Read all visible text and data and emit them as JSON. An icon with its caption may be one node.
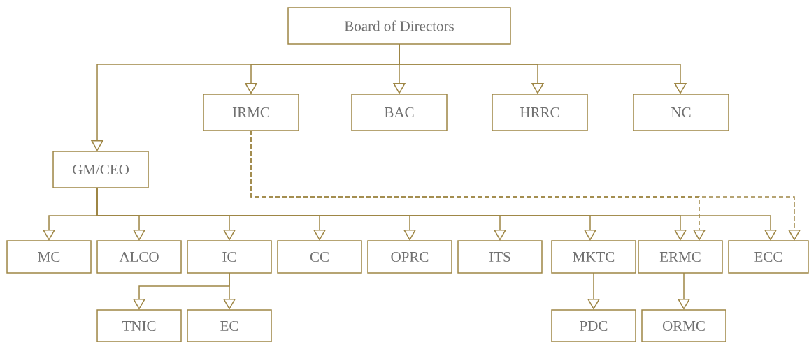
{
  "diagram": {
    "nodes": [
      {
        "text": [
          "Board of Directors"
        ]
      },
      {
        "text": [
          "IRMC"
        ]
      },
      {
        "text": [
          "BAC"
        ]
      },
      {
        "text": [
          "HRRC"
        ]
      },
      {
        "text": [
          "NC"
        ]
      },
      {
        "text": [
          "GM/CEO"
        ]
      },
      {
        "text": [
          "MC"
        ]
      },
      {
        "text": [
          "ALCO"
        ]
      },
      {
        "text": [
          "IC"
        ]
      },
      {
        "text": [
          "CC"
        ]
      },
      {
        "text": [
          "OPRC"
        ]
      },
      {
        "text": [
          "ITS"
        ]
      },
      {
        "text": [
          "MKTC"
        ]
      },
      {
        "text": [
          "ERMC"
        ]
      },
      {
        "text": [
          "ECC"
        ]
      },
      {
        "text": [
          "TNIC"
        ]
      },
      {
        "text": [
          "EC"
        ]
      },
      {
        "text": [
          "PDC"
        ]
      },
      {
        "text": [
          "ORMC"
        ]
      }
    ],
    "edges": [
      {
        "from": 0,
        "to": 5,
        "arrow": "to"
      },
      {
        "from": 0,
        "to": 1,
        "arrow": "to"
      },
      {
        "from": 0,
        "to": 2,
        "arrow": "to"
      },
      {
        "from": 0,
        "to": 3,
        "arrow": "to"
      },
      {
        "from": 0,
        "to": 4,
        "arrow": "to"
      },
      {
        "from": 5,
        "to": 6,
        "arrow": "to"
      },
      {
        "from": 5,
        "to": 7,
        "arrow": "to"
      },
      {
        "from": 5,
        "to": 8,
        "arrow": "to"
      },
      {
        "from": 5,
        "to": 9,
        "arrow": "to"
      },
      {
        "from": 5,
        "to": 10,
        "arrow": "to"
      },
      {
        "from": 5,
        "to": 11,
        "arrow": "to"
      },
      {
        "from": 5,
        "to": 12,
        "arrow": "to"
      },
      {
        "from": 5,
        "to": 13,
        "arrow": "to"
      },
      {
        "from": 5,
        "to": 14,
        "arrow": "to"
      },
      {
        "from": 1,
        "to": 13,
        "arrow": "to",
        "style": "dashed"
      },
      {
        "from": 1,
        "to": 14,
        "arrow": "to",
        "style": "dashed"
      },
      {
        "from": 8,
        "to": 15,
        "arrow": "to"
      },
      {
        "from": 8,
        "to": 16,
        "arrow": "to"
      },
      {
        "from": 12,
        "to": 17,
        "arrow": "to"
      },
      {
        "from": 13,
        "to": 18,
        "arrow": "to"
      }
    ]
  }
}
